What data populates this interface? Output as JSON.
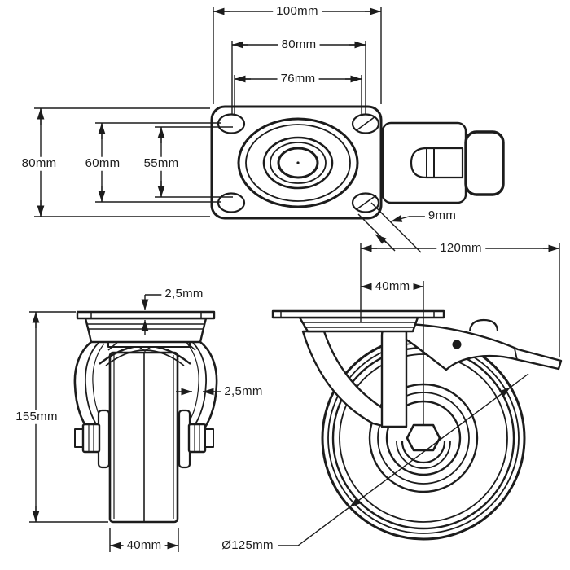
{
  "drawing": {
    "background_color": "#ffffff",
    "line_color": "#1c1c1c",
    "subject": "swivel-caster-with-brake-dimensional-drawing",
    "views": {
      "top_view": {
        "name": "top-plate-view",
        "dims": {
          "plate_length": "100mm",
          "bolt_spacing_length": "80mm",
          "slot_spacing_length": "76mm",
          "plate_width": "80mm",
          "bolt_spacing_width": "60mm",
          "slot_spacing_width": "55mm",
          "slot_width": "9mm"
        }
      },
      "front_view": {
        "name": "front-view",
        "dims": {
          "plate_thickness": "2,5mm",
          "overall_height": "155mm",
          "fork_thickness": "2,5mm",
          "wheel_width": "40mm"
        }
      },
      "side_view": {
        "name": "side-view",
        "dims": {
          "overall_length": "120mm",
          "swivel_offset": "40mm",
          "wheel_diameter": "Ø125mm"
        }
      }
    }
  }
}
